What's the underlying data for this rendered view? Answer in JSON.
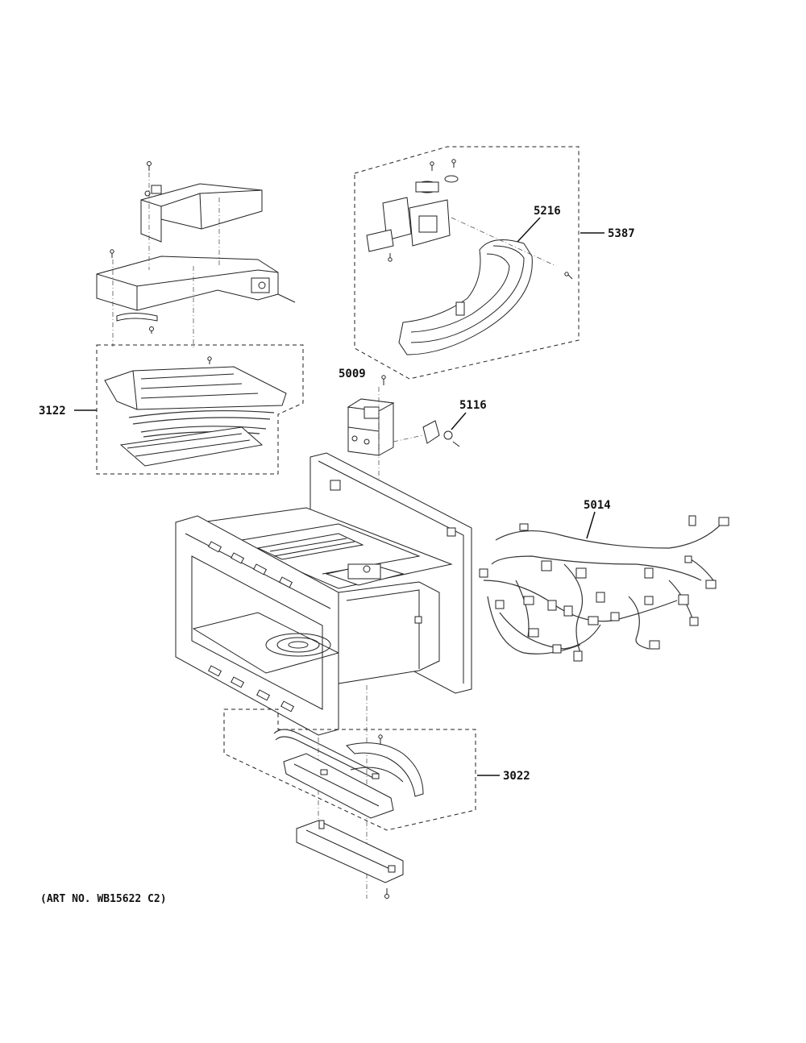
{
  "diagram": {
    "art_number": "(ART NO. WB15622 C2)",
    "callouts": {
      "c5387": "5387",
      "c5216": "5216",
      "c5009": "5009",
      "c5116": "5116",
      "c3122": "3122",
      "c5014": "5014",
      "c3022": "3022"
    }
  }
}
